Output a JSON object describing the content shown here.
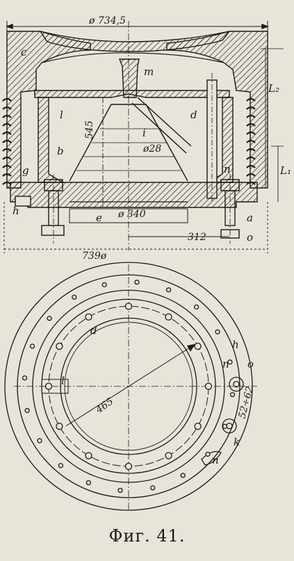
{
  "caption": "Фиг. 41.",
  "dimensions": {
    "top_width": "ø 734,5",
    "bottom_width": "739ø",
    "height": "545",
    "bore": "ø 340",
    "inner": "312",
    "pipe": "ø28",
    "radius": "465",
    "bolt_circle": "52÷62"
  },
  "labels": {
    "c": "c",
    "m": "m",
    "l": "l",
    "d": "d",
    "i": "i",
    "b": "b",
    "g": "g",
    "n": "n",
    "h": "h",
    "e": "e",
    "a": "a",
    "o": "o",
    "L1": "L₁",
    "L2": "L₂",
    "plan_d": "d",
    "plan_l": "l",
    "plan_h": "h",
    "plan_n": "n",
    "plan_o": "o",
    "plan_k": "k",
    "plan_n2": "n"
  },
  "colors": {
    "ink": "#1a1a1a",
    "paper": "#e9e4da",
    "hatch": "#3a3a3a"
  }
}
